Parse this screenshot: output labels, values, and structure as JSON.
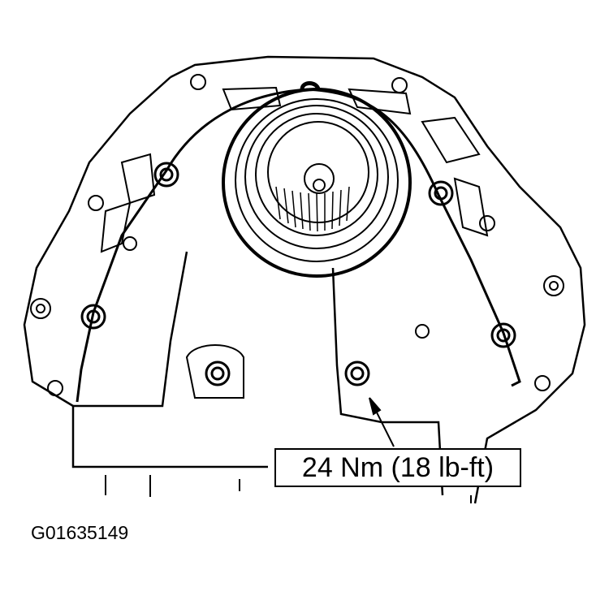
{
  "figure": {
    "id": "G01635149",
    "torque_callout": "24 Nm (18 lb-ft)",
    "colors": {
      "line": "#000000",
      "background": "#ffffff"
    },
    "components": [
      "rear-cover-plate",
      "crankshaft-seal",
      "seal-bolts-7",
      "gasket-outline",
      "mounting-holes"
    ]
  }
}
